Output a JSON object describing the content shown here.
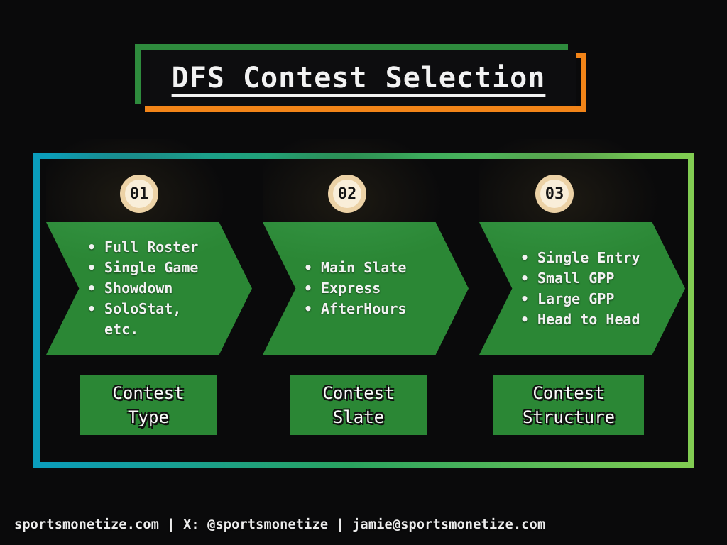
{
  "title": {
    "text": "DFS Contest Selection"
  },
  "steps": [
    {
      "number": "01",
      "items": [
        {
          "text": "Full Roster",
          "bullet": true
        },
        {
          "text": "Single Game",
          "bullet": true
        },
        {
          "text": "Showdown",
          "bullet": true
        },
        {
          "text": "SoloStat,",
          "bullet": true
        },
        {
          "text": "etc.",
          "bullet": false
        }
      ],
      "label": "Contest Type"
    },
    {
      "number": "02",
      "items": [
        {
          "text": "Main Slate",
          "bullet": true
        },
        {
          "text": "Express",
          "bullet": true
        },
        {
          "text": "AfterHours",
          "bullet": true
        }
      ],
      "label": "Contest Slate"
    },
    {
      "number": "03",
      "items": [
        {
          "text": "Single Entry",
          "bullet": true
        },
        {
          "text": "Small GPP",
          "bullet": true
        },
        {
          "text": "Large GPP",
          "bullet": true
        },
        {
          "text": "Head to Head",
          "bullet": true
        }
      ],
      "label": "Contest Structure"
    }
  ],
  "footer": {
    "text": "sportsmonetize.com | X: @sportsmonetize | jamie@sportsmonetize.com"
  },
  "icons": {
    "bullet": "•"
  },
  "colors": {
    "background": "#0a0a0b",
    "arrow_green": "#2b8735",
    "label_green": "#2b8735",
    "title_frame_green": "#2e8b3d",
    "title_frame_orange": "#f28418",
    "frame_gradient_start": "#0a9dbd",
    "frame_gradient_mid": "#2aa35f",
    "frame_gradient_end": "#82cd52",
    "badge_ring": "#ecd2a6",
    "badge_fill": "#f9eed9",
    "text_white": "#f2f2f2"
  }
}
